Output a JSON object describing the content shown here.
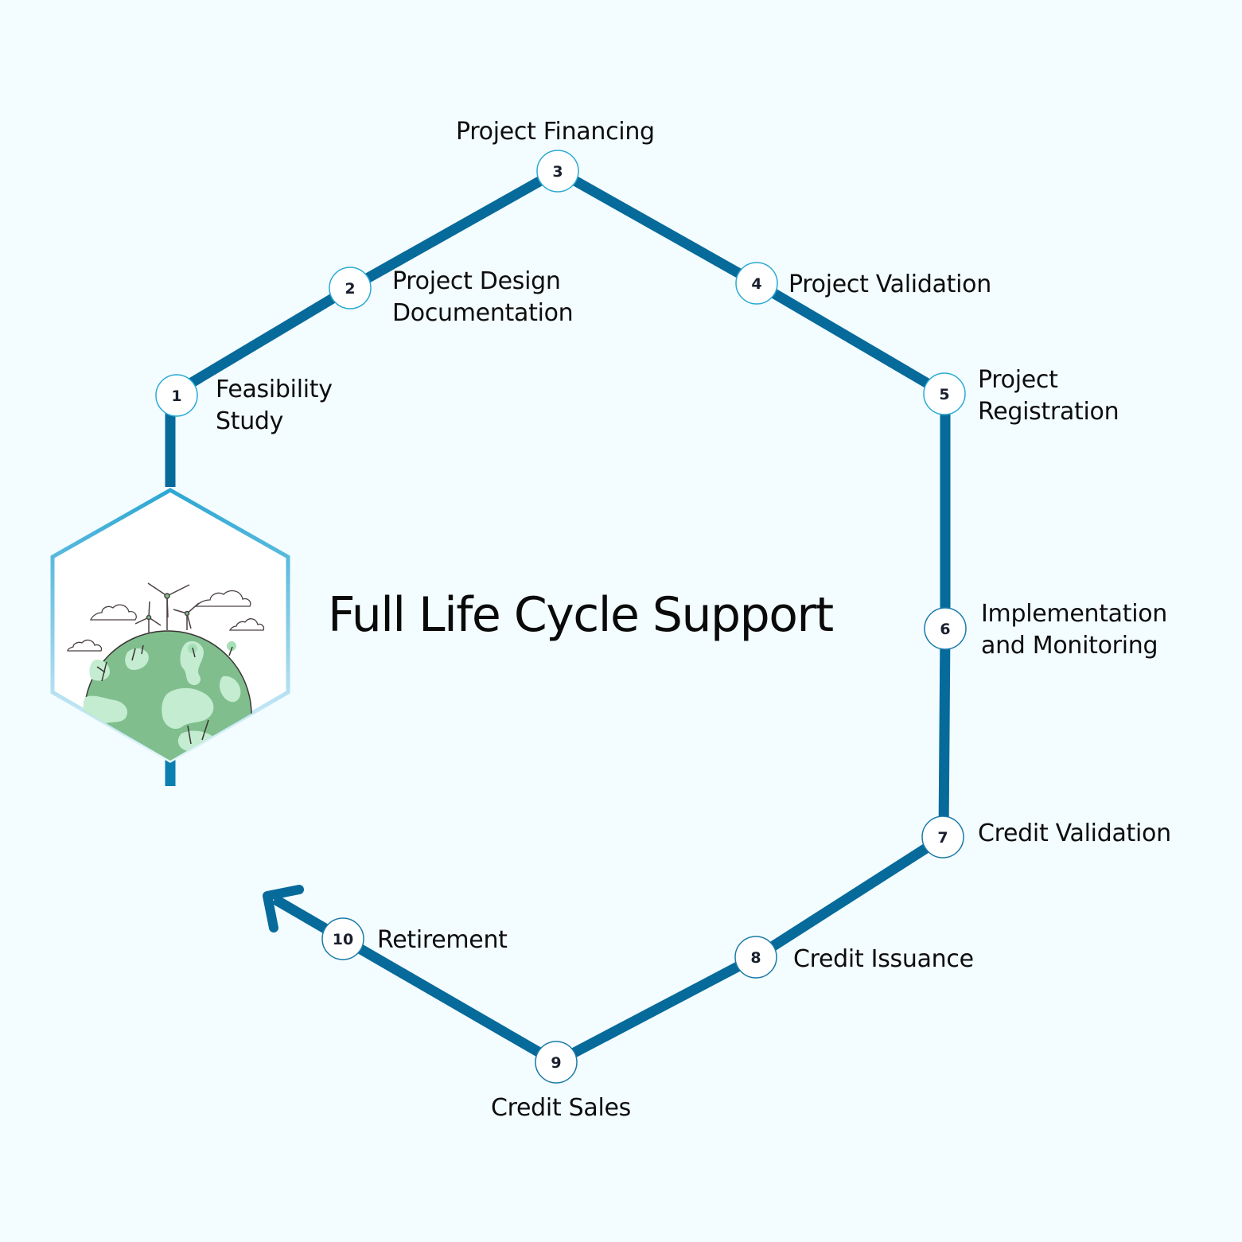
{
  "title": "Full Life Cycle Support",
  "colors": {
    "background": "#f3fcfe",
    "line_top": "#27b6e0",
    "line_bottom": "#066a9a",
    "node_fill": "#ffffff",
    "node_border": "#2a9fc9",
    "globe_dark": "#80be8e",
    "globe_light": "#c4ecd0"
  },
  "illustration": {
    "name": "globe-wind-turbines",
    "description": "Green globe with wind turbines, clouds and plants"
  },
  "steps": [
    {
      "number": "1",
      "label": "Feasibility\nStudy"
    },
    {
      "number": "2",
      "label": "Project Design\nDocumentation"
    },
    {
      "number": "3",
      "label": "Project Financing"
    },
    {
      "number": "4",
      "label": "Project Validation"
    },
    {
      "number": "5",
      "label": "Project\nRegistration"
    },
    {
      "number": "6",
      "label": "Implementation\nand Monitoring"
    },
    {
      "number": "7",
      "label": "Credit Validation"
    },
    {
      "number": "8",
      "label": "Credit Issuance"
    },
    {
      "number": "9",
      "label": "Credit Sales"
    },
    {
      "number": "10",
      "label": "Retirement"
    }
  ]
}
